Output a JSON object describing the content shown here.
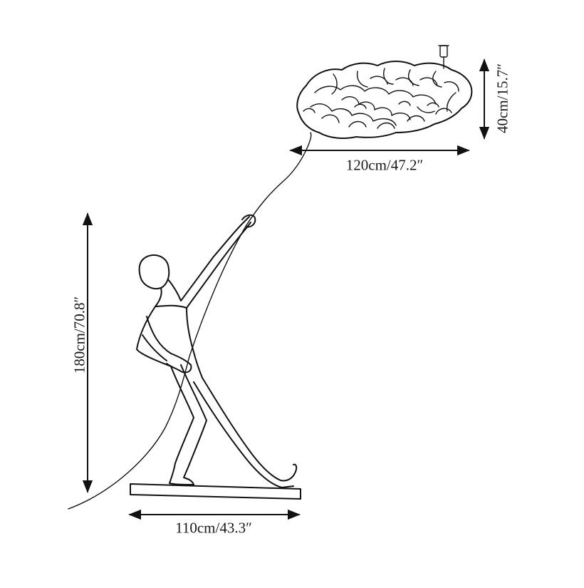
{
  "dimensions": {
    "height_label": "180cm/70.8″",
    "base_width_label": "110cm/43.3″",
    "shade_width_label": "120cm/47.2″",
    "shade_height_label": "40cm/15.7″"
  },
  "colors": {
    "ink": "#111111",
    "background": "#ffffff"
  }
}
